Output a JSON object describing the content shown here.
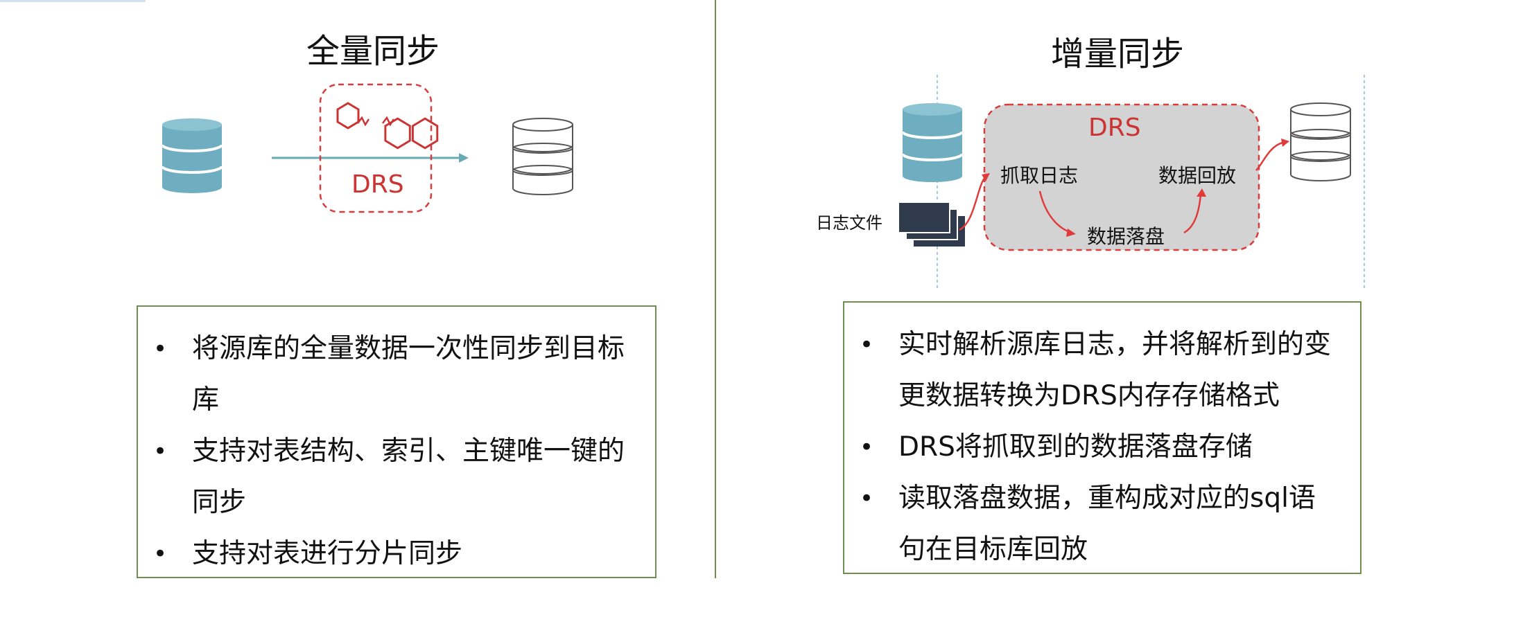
{
  "left": {
    "title": "全量同步",
    "drs_label": "DRS",
    "bullets": [
      "将源库的全量数据一次性同步到目标库",
      "支持对表结构、索引、主键唯一键的同步",
      "支持对表进行分片同步"
    ]
  },
  "right": {
    "title": "增量同步",
    "drs_label": "DRS",
    "capture_log": "抓取日志",
    "data_replay": "数据回放",
    "data_persist": "数据落盘",
    "log_file": "日志文件",
    "bullets": [
      "实时解析源库日志，并将解析到的变更数据转换为DRS内存存储格式",
      "DRS将抓取到的数据落盘存储",
      "读取落盘数据，重构成对应的sql语句在目标库回放"
    ]
  },
  "colors": {
    "accent_red": "#d93c3c",
    "db_fill": "#6fadc0",
    "panel_border": "#6f8f4e",
    "drs_box_fill": "#d3d3d3",
    "arrow_blue": "#6aaab6",
    "log_file_fill": "#2f3a4c"
  },
  "icons": {
    "drs_logo": "drs-sync-icon",
    "database": "database-icon",
    "log_file": "log-file-icon"
  }
}
